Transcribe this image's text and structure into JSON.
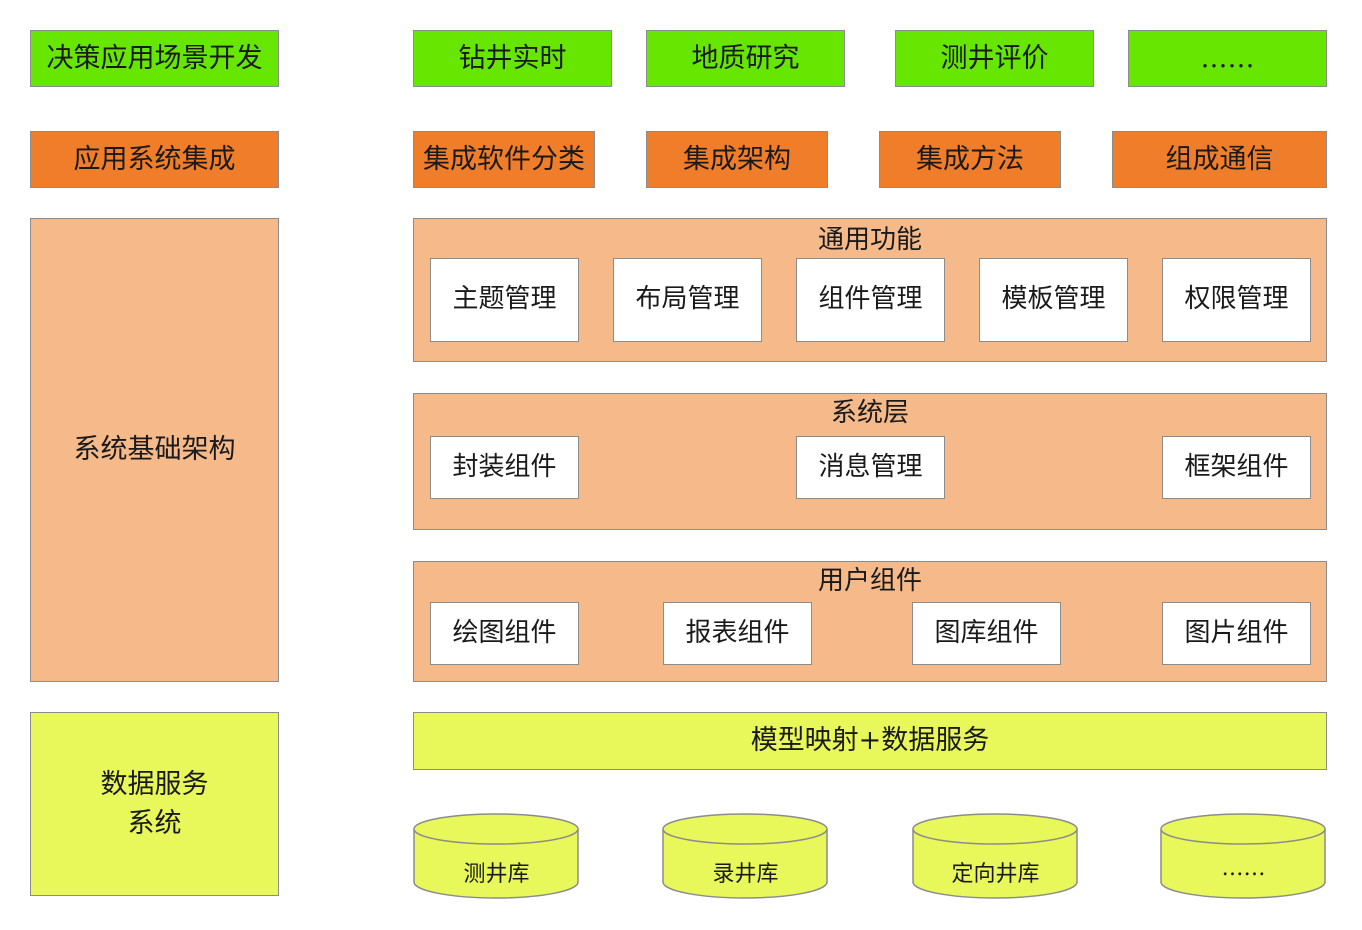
{
  "left_column": {
    "decision_dev": "决策应用场景开发",
    "app_integration": "应用系统集成",
    "system_infra": "系统基础架构",
    "data_service": "数据服务\n系统"
  },
  "decision_row": [
    "钻井实时",
    "地质研究",
    "测井评价",
    "……"
  ],
  "integration_row": [
    "集成软件分类",
    "集成架构",
    "集成方法",
    "组成通信"
  ],
  "general_functions": {
    "title": "通用功能",
    "items": [
      "主题管理",
      "布局管理",
      "组件管理",
      "模板管理",
      "权限管理"
    ]
  },
  "system_layer": {
    "title": "系统层",
    "items": [
      "封装组件",
      "消息管理",
      "框架组件"
    ]
  },
  "user_components": {
    "title": "用户组件",
    "items": [
      "绘图组件",
      "报表组件",
      "图库组件",
      "图片组件"
    ]
  },
  "mapping_bar": "模型映射+数据服务",
  "databases": [
    "测井库",
    "录井库",
    "定向井库",
    "……"
  ],
  "colors": {
    "green": "#66e600",
    "orange": "#f07d2a",
    "peach": "#f5b98a",
    "lime": "#e8f75a",
    "border": "#8c8c8c"
  }
}
